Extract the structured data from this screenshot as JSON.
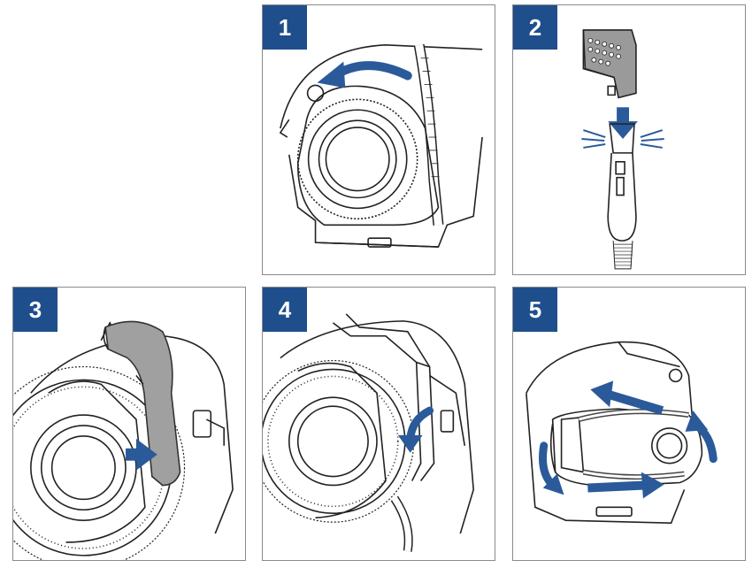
{
  "steps": [
    {
      "number": "1",
      "illustration": "rotate-cyclone-cover"
    },
    {
      "number": "2",
      "illustration": "attach-brush-to-wand"
    },
    {
      "number": "3",
      "illustration": "slide-hose-into-clip"
    },
    {
      "number": "4",
      "illustration": "lock-hose-in-place"
    },
    {
      "number": "5",
      "illustration": "wrap-and-rotate-cover"
    }
  ],
  "colors": {
    "badge": "#1f4e8c",
    "arrow": "#2a5a99",
    "line": "#222222",
    "handle": "#a0a0a0",
    "border": "#8a8a8a"
  }
}
